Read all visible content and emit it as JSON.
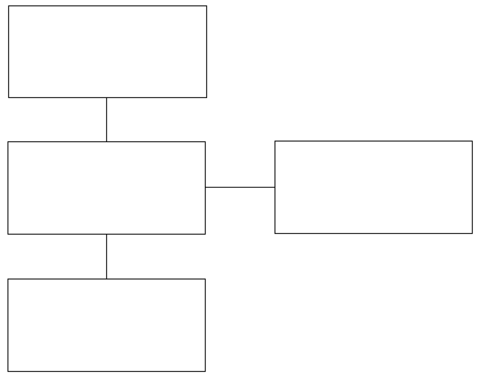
{
  "diagram": {
    "stroke_color": "#000000",
    "background_color": "#ffffff",
    "nodes": [
      {
        "id": "top-box",
        "label": ""
      },
      {
        "id": "middle-box",
        "label": ""
      },
      {
        "id": "right-box",
        "label": ""
      },
      {
        "id": "bottom-box",
        "label": ""
      }
    ],
    "edges": [
      {
        "from": "top-box",
        "to": "middle-box"
      },
      {
        "from": "middle-box",
        "to": "right-box"
      },
      {
        "from": "middle-box",
        "to": "bottom-box"
      }
    ]
  }
}
